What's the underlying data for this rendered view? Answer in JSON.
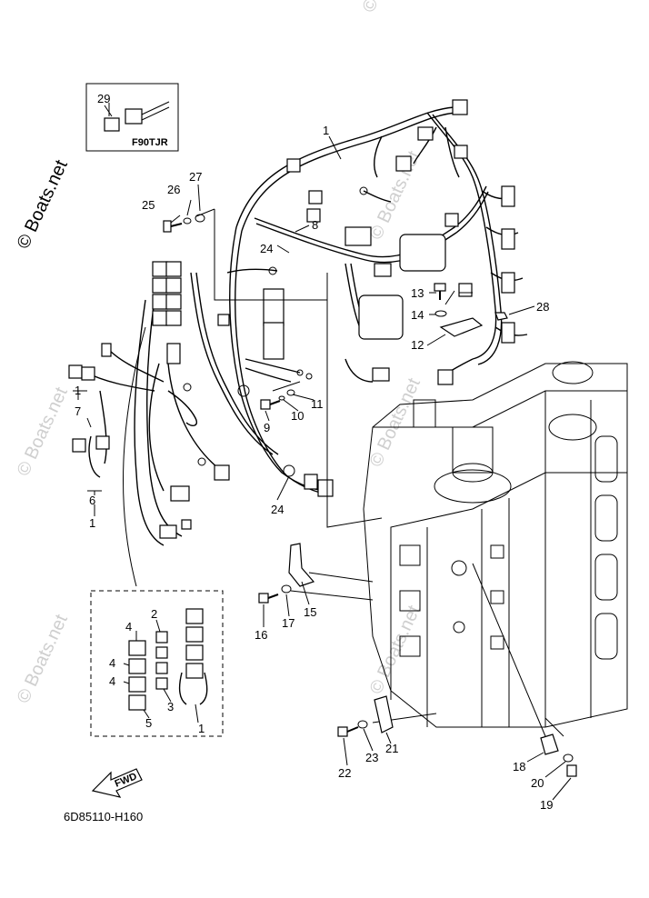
{
  "watermark": "© Boats.net",
  "drawing_code": "6D85110-H160",
  "inset_label": "F90TJR",
  "fwd_label": "FWD",
  "callouts": {
    "c1a": "1",
    "c1b": "1",
    "c1c": "1",
    "c1d": "1",
    "c2": "2",
    "c3": "3",
    "c4a": "4",
    "c4b": "4",
    "c4c": "4",
    "c5": "5",
    "c6": "6",
    "c7": "7",
    "c8": "8",
    "c9": "9",
    "c10": "10",
    "c11": "11",
    "c12": "12",
    "c13": "13",
    "c14": "14",
    "c15": "15",
    "c16": "16",
    "c17": "17",
    "c18": "18",
    "c19": "19",
    "c20": "20",
    "c21": "21",
    "c22": "22",
    "c23": "23",
    "c24a": "24",
    "c24b": "24",
    "c25": "25",
    "c26": "26",
    "c27": "27",
    "c28": "28",
    "c29": "29"
  }
}
